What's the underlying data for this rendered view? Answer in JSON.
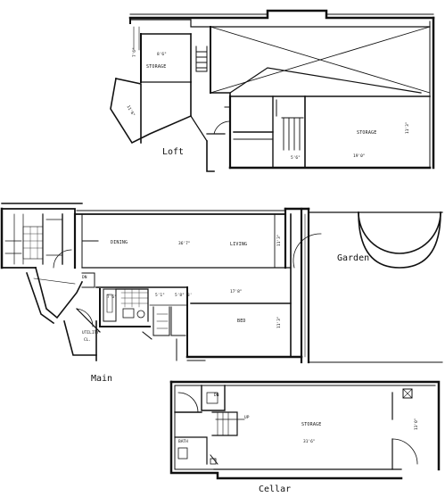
{
  "colors": {
    "ink": "#111111",
    "paper": "#ffffff"
  },
  "sections": {
    "loft": "Loft",
    "main": "Main",
    "cellar": "Cellar",
    "garden": "Garden"
  },
  "rooms": {
    "loft_storage_left": "STORAGE",
    "loft_storage_right": "STORAGE",
    "dining": "DINING",
    "living": "LIVING",
    "dn": "DN",
    "bed": "BED",
    "utility": "UTILITY",
    "utility_cl": "CL.",
    "cellar_storage": "STORAGE",
    "cellar_bath": "BATH",
    "cellar_up": "UP",
    "cellar_dn": "DN"
  },
  "dimensions": {
    "loft_small_width": "8'6\"",
    "loft_small_depth": "7'6\"",
    "loft_angled": "11'6\"",
    "loft_storage_width": "19'0\"",
    "loft_storage_depth": "11'3\"",
    "loft_stair": "5'6\"",
    "living_length": "36'7\"",
    "living_depth": "11'3\"",
    "bed_width": "17'8\"",
    "bed_depth": "11'3\"",
    "kitchen_a": "7'6\"",
    "kitchen_b": "5'1\"",
    "hall_a": "5'8\"",
    "hall_b": "3'",
    "cellar_length": "31'6\"",
    "cellar_depth": "13'0\""
  }
}
